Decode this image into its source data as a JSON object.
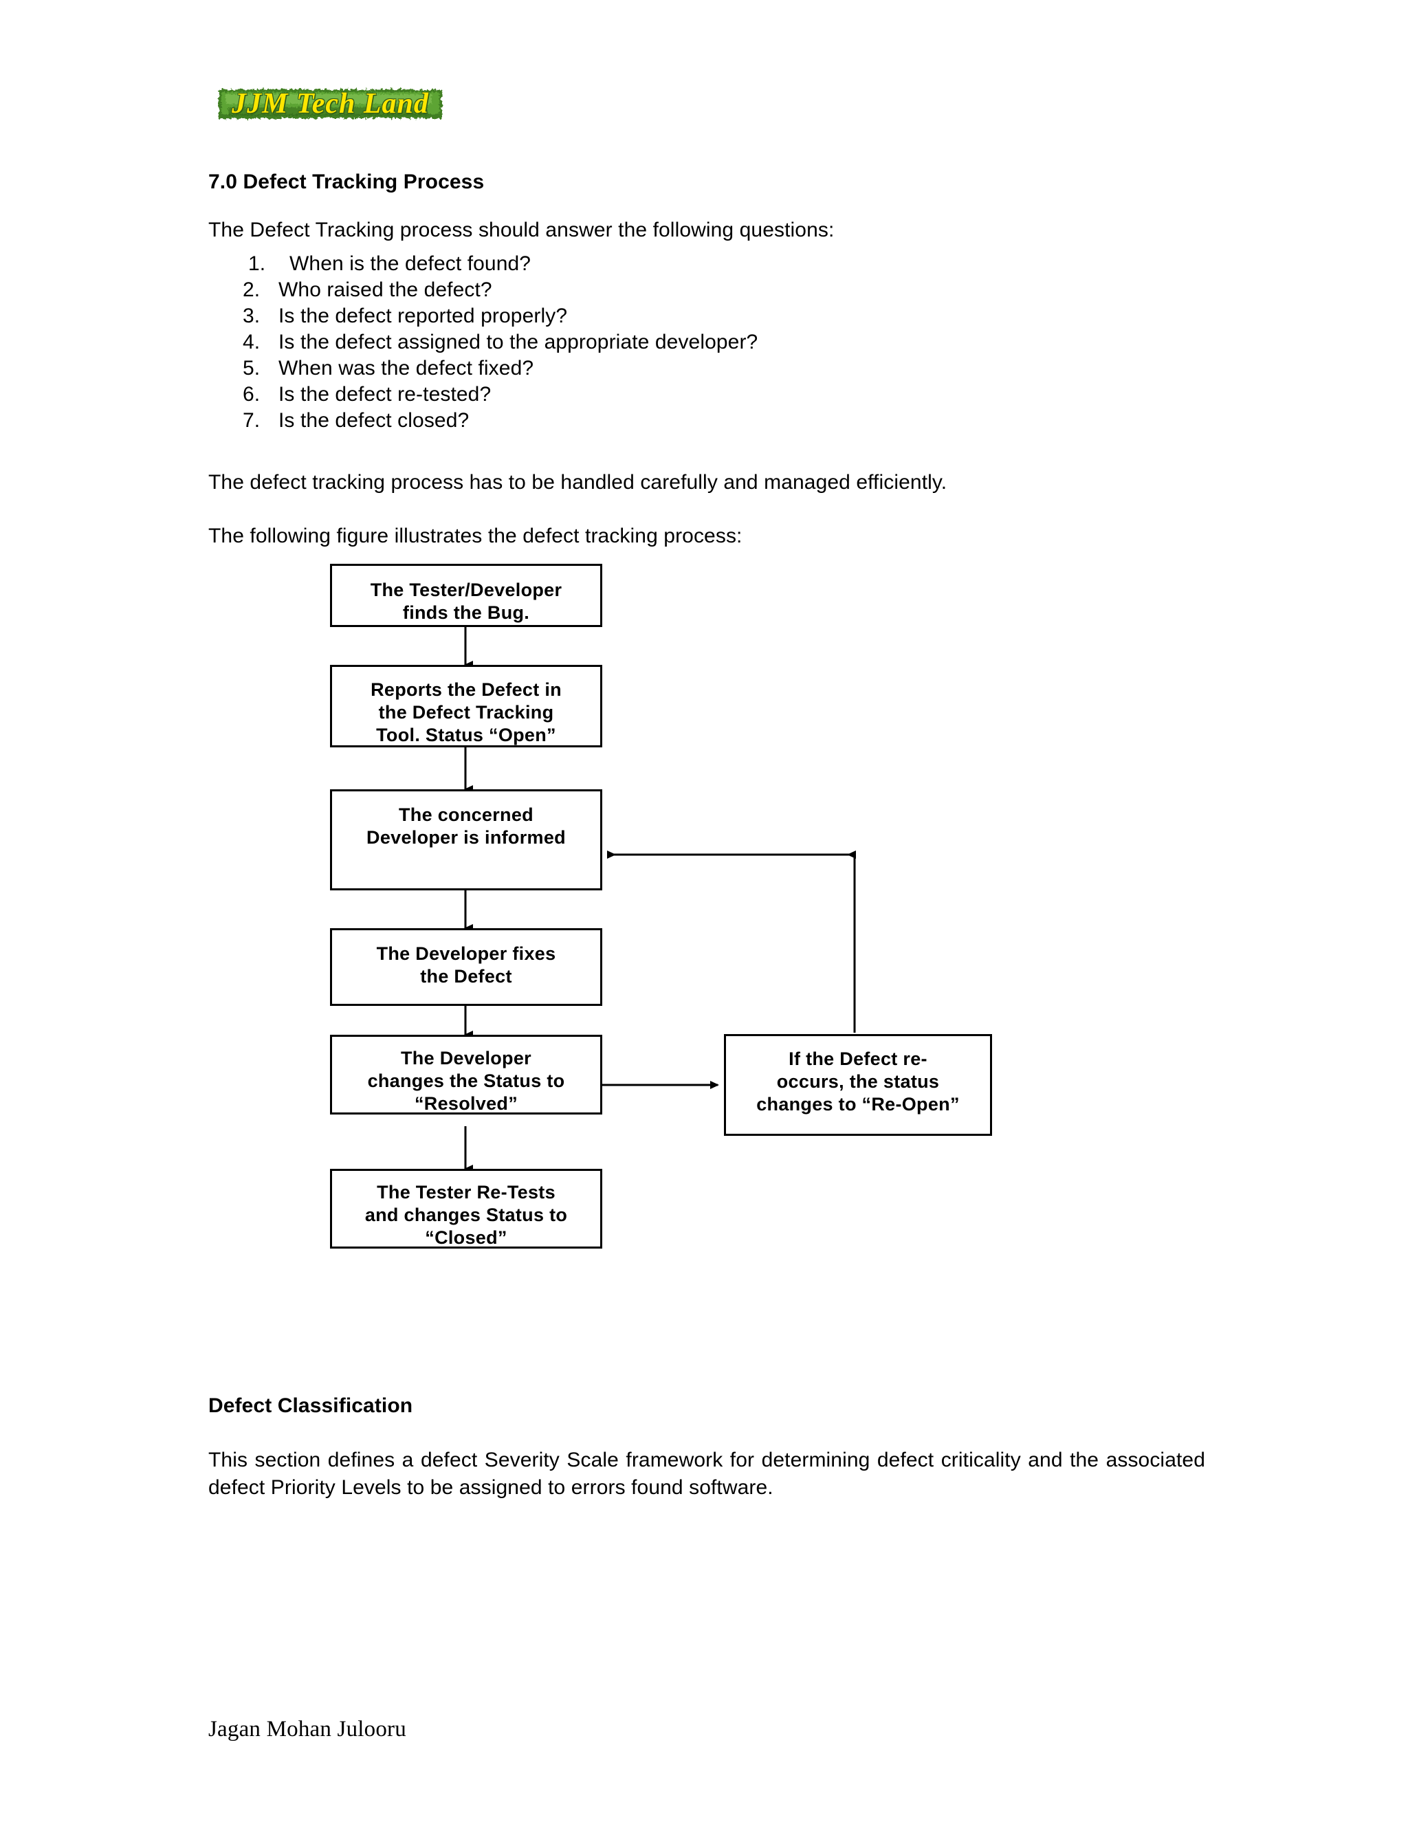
{
  "logo": {
    "text": "JJM Tech Land",
    "text_color": "#ffe600",
    "background_color": "#4e9b2e"
  },
  "heading": "7.0 Defect Tracking Process",
  "intro_paragraph": "The Defect Tracking process should answer the following questions:",
  "questions": [
    {
      "number": "1.",
      "text": "When is the defect found?"
    },
    {
      "number": "2.",
      "text": "Who raised the defect?"
    },
    {
      "number": "3.",
      "text": "Is the defect reported properly?"
    },
    {
      "number": "4.",
      "text": "Is the defect assigned to the appropriate developer?"
    },
    {
      "number": "5.",
      "text": "When was the defect fixed?"
    },
    {
      "number": "6.",
      "text": "Is the defect re-tested?"
    },
    {
      "number": "7.",
      "text": "Is the defect closed?"
    }
  ],
  "paragraph_handled": "The defect tracking process has to be handled carefully and managed efficiently.",
  "paragraph_figure_intro": "The following figure illustrates the defect tracking process:",
  "flowchart": {
    "boxes": [
      {
        "id": "finds-bug",
        "text": "The Tester/Developer\nfinds the Bug."
      },
      {
        "id": "reports-defect",
        "text": "Reports the Defect in\nthe Defect Tracking\nTool. Status “Open”"
      },
      {
        "id": "developer-informed",
        "text": "The concerned\nDeveloper is informed"
      },
      {
        "id": "developer-fixes",
        "text": "The Developer fixes\nthe Defect"
      },
      {
        "id": "status-resolved",
        "text": "The Developer\nchanges the Status to\n“Resolved”"
      },
      {
        "id": "defect-reoccurs",
        "text": "If the Defect re-\noccurs, the status\nchanges to “Re-Open”"
      },
      {
        "id": "status-closed",
        "text": "The Tester Re-Tests\nand changes Status to\n“Closed”"
      }
    ]
  },
  "classification_heading": "Defect Classification",
  "classification_paragraph": "This section defines a defect Severity Scale framework for determining defect criticality and the associated defect Priority Levels to be assigned to errors found software.",
  "footer_author": "Jagan Mohan Julooru"
}
